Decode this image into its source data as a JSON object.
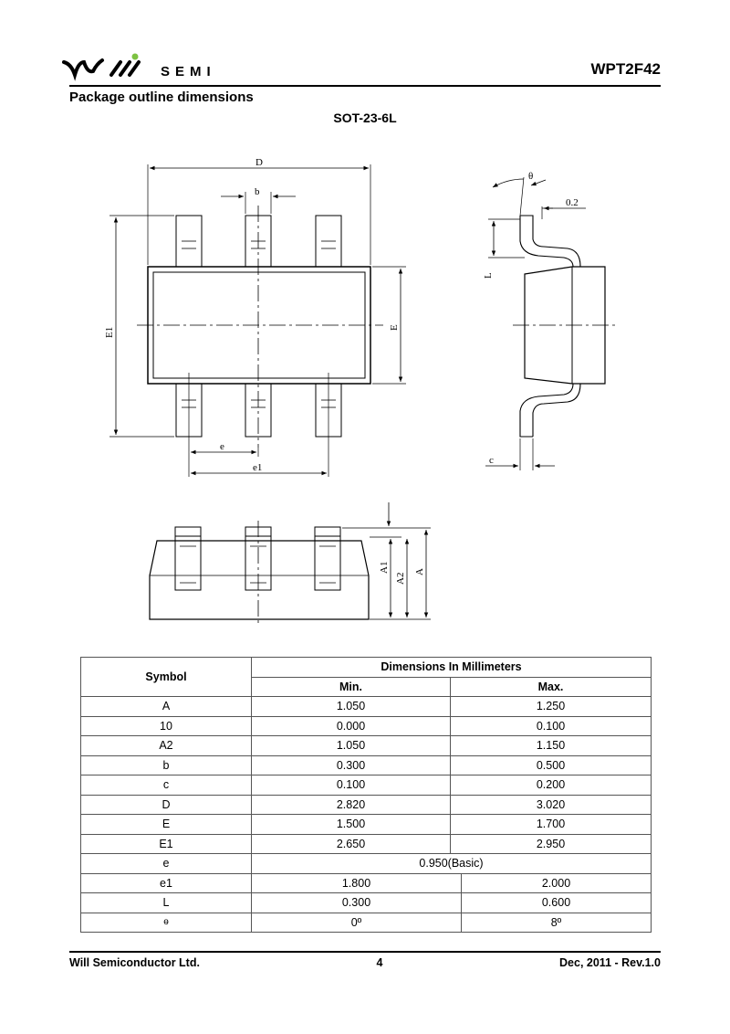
{
  "header": {
    "logo_text": "SEMI",
    "part_number": "WPT2F42"
  },
  "section_title": "Package outline dimensions",
  "package_name": "SOT-23-6L",
  "drawing_labels": {
    "D": "D",
    "b": "b",
    "E1": "E1",
    "E": "E",
    "e": "e",
    "e1": "e1",
    "theta": "θ",
    "lead_flat": "0.2",
    "L": "L",
    "c": "c",
    "A1": "A1",
    "A2": "A2",
    "A": "A"
  },
  "table": {
    "symbol_header": "Symbol",
    "group_header": "Dimensions In Millimeters",
    "min_header": "Min.",
    "max_header": "Max.",
    "rows": [
      {
        "symbol": "A",
        "min": "1.050",
        "max": "1.250"
      },
      {
        "symbol": "10",
        "min": "0.000",
        "max": "0.100"
      },
      {
        "symbol": "A2",
        "min": "1.050",
        "max": "1.150"
      },
      {
        "symbol": "b",
        "min": "0.300",
        "max": "0.500"
      },
      {
        "symbol": "c",
        "min": "0.100",
        "max": "0.200"
      },
      {
        "symbol": "D",
        "min": "2.820",
        "max": "3.020"
      },
      {
        "symbol": "E",
        "min": "1.500",
        "max": "1.700"
      },
      {
        "symbol": "E1",
        "min": "2.650",
        "max": "2.950"
      },
      {
        "symbol": "e",
        "basic": "0.950(Basic)"
      },
      {
        "symbol": "e1",
        "min": "1.800",
        "max": "2.000"
      },
      {
        "symbol": "L",
        "min": "0.300",
        "max": "0.600"
      },
      {
        "symbol": "ө",
        "min": "0º",
        "max": "8º"
      }
    ]
  },
  "footer": {
    "company": "Will Semiconductor Ltd.",
    "page": "4",
    "revision": "Dec, 2011 - Rev.1.0"
  }
}
